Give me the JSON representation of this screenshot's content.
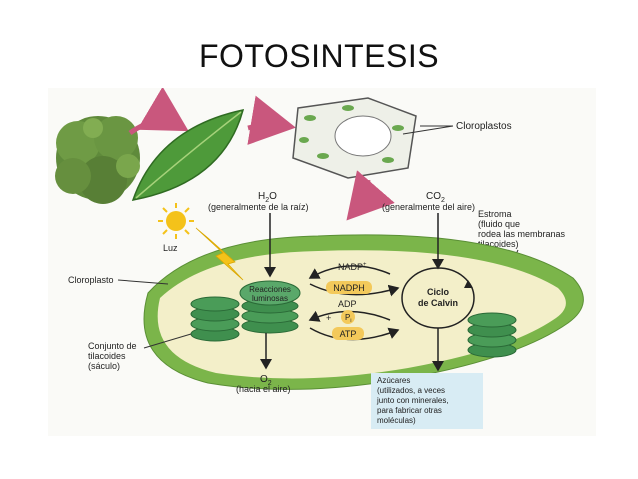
{
  "title": "FOTOSINTESIS",
  "diagram": {
    "chloroplasts_label": "Cloroplastos",
    "water": {
      "formula": "H",
      "sub": "2",
      "tail": "O",
      "note": "(generalmente de la raíz)"
    },
    "co2": {
      "formula": "CO",
      "sub": "2",
      "note": "(generalmente del aire)"
    },
    "stroma": [
      "Estroma",
      "(fluido que",
      "rodea las membranas",
      "tilacoides)"
    ],
    "light": "Luz",
    "chloroplast": "Cloroplasto",
    "light_reactions": [
      "Reacciones",
      "luminosas"
    ],
    "nadp": "NADP",
    "nadp_sup": "+",
    "nadph": "NADPH",
    "adp": "ADP",
    "plus": "+",
    "pi": "P",
    "pi_sub": "i",
    "atp": "ATP",
    "calvin": [
      "Ciclo",
      "de Calvin"
    ],
    "thylakoids": [
      "Conjunto de",
      "tilacoides",
      "(sáculo)"
    ],
    "oxygen": {
      "formula": "O",
      "sub": "2",
      "note": "(hacia el aire)"
    },
    "sugars": [
      "Azúcares",
      "(utilizados, a veces",
      "junto con minerales,",
      "para fabricar otras",
      "moléculas)"
    ]
  },
  "colors": {
    "outer_green": "#7bb54a",
    "stroma_fill": "#f3efc9",
    "granum": "#3f8f4e",
    "arrow_pink": "#c9577d",
    "sun": "#f4c21a",
    "pill": "#f3c95a",
    "sugar_box": "#d8ecf4"
  }
}
